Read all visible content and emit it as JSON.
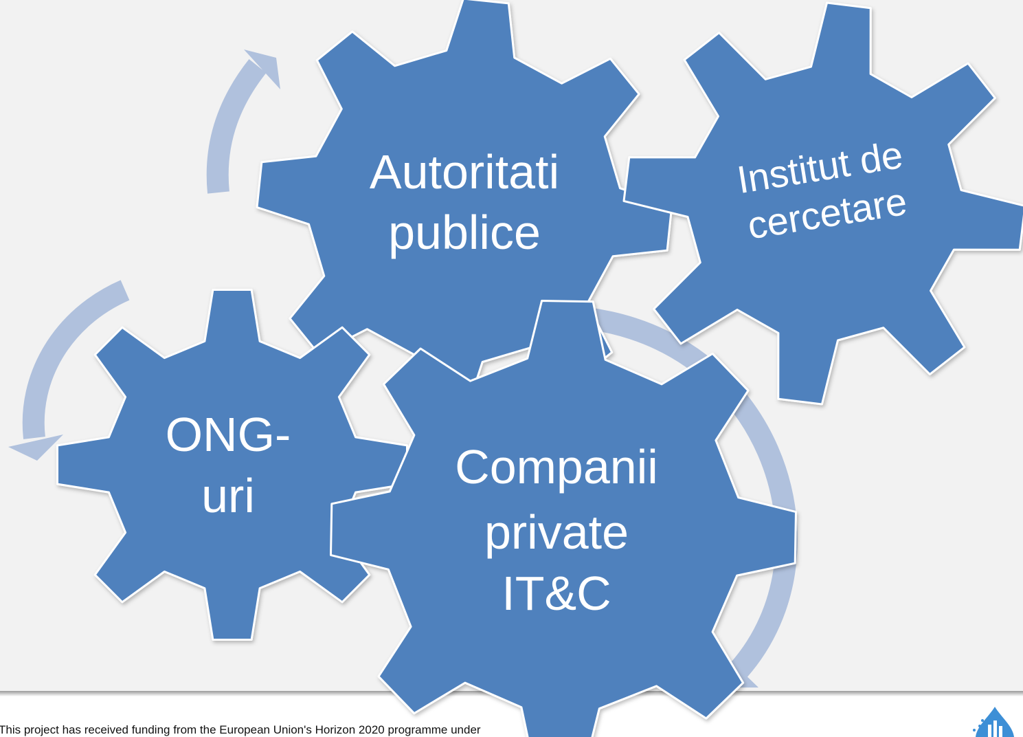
{
  "diagram": {
    "gears": [
      {
        "id": "autoritati",
        "line1": "Autoritati",
        "line2": "publice"
      },
      {
        "id": "institut",
        "line1": "Institut de",
        "line2": "cercetare"
      },
      {
        "id": "ong",
        "line1": "ONG-",
        "line2": "uri"
      },
      {
        "id": "companii",
        "line1": "Companii",
        "line2": "private",
        "line3": "IT&C"
      }
    ],
    "colors": {
      "gear": "#4f81bd",
      "arrow": "#b0c1dd",
      "background": "#f2f2f2",
      "text": "#ffffff"
    }
  },
  "footer": {
    "text": "This project has received funding from the European Union's Horizon 2020 programme under"
  }
}
